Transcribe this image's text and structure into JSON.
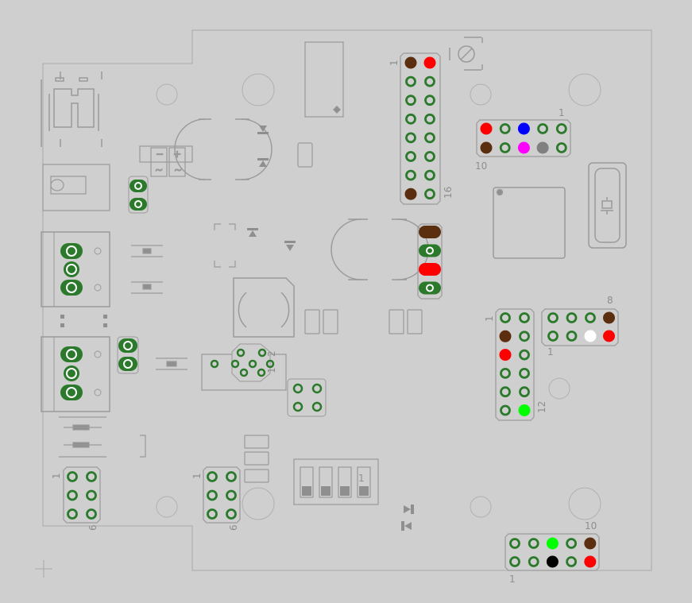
{
  "colors": {
    "background": "#cfcfcf",
    "outline": "#9a9a9a",
    "pad_green": "#2b7a2b",
    "pad_ring": "#ffffff",
    "brown": "#5a2e0e",
    "red": "#ff0000",
    "blue": "#0000ff",
    "magenta": "#ff00ff",
    "grey": "#808080",
    "white": "#ffffff",
    "lime": "#00ff00",
    "black": "#000000",
    "component": "#8f8f8f"
  },
  "labels": {
    "j16_pin1": "1",
    "j16_pin16": "16",
    "j10_pin1": "1",
    "j10_pin10": "10",
    "j8_pin1": "1",
    "j8_pin8": "8",
    "j12_pin1": "1",
    "j12_pin12": "12",
    "jbot_pin1": "1",
    "jbot_pin10": "10",
    "jl6_pin1": "1",
    "jl6_pin6": "6",
    "jm6_pin1": "1",
    "jm6_pin6": "6",
    "pot_pin1": "1",
    "pot_pin2": "2",
    "dip_pin1": "1"
  },
  "headers": {
    "j16": [
      "brown",
      "red",
      "green",
      "green",
      "green",
      "green",
      "green",
      "green",
      "green",
      "green",
      "green",
      "green",
      "green",
      "green",
      "brown",
      "green"
    ],
    "j10": [
      "red",
      "green",
      "blue",
      "green",
      "green",
      "brown",
      "green",
      "magenta",
      "grey",
      "green"
    ],
    "j8": [
      "green",
      "green",
      "green",
      "brown",
      "green",
      "green",
      "white",
      "red"
    ],
    "j12": [
      "green",
      "green",
      "brown",
      "green",
      "red",
      "green",
      "green",
      "green",
      "green",
      "green",
      "green",
      "lime"
    ],
    "jbot": [
      "green",
      "green",
      "lime",
      "green",
      "brown",
      "green",
      "green",
      "black",
      "green",
      "red"
    ],
    "jmid4": [
      "brown",
      "green",
      "red",
      "green"
    ]
  }
}
